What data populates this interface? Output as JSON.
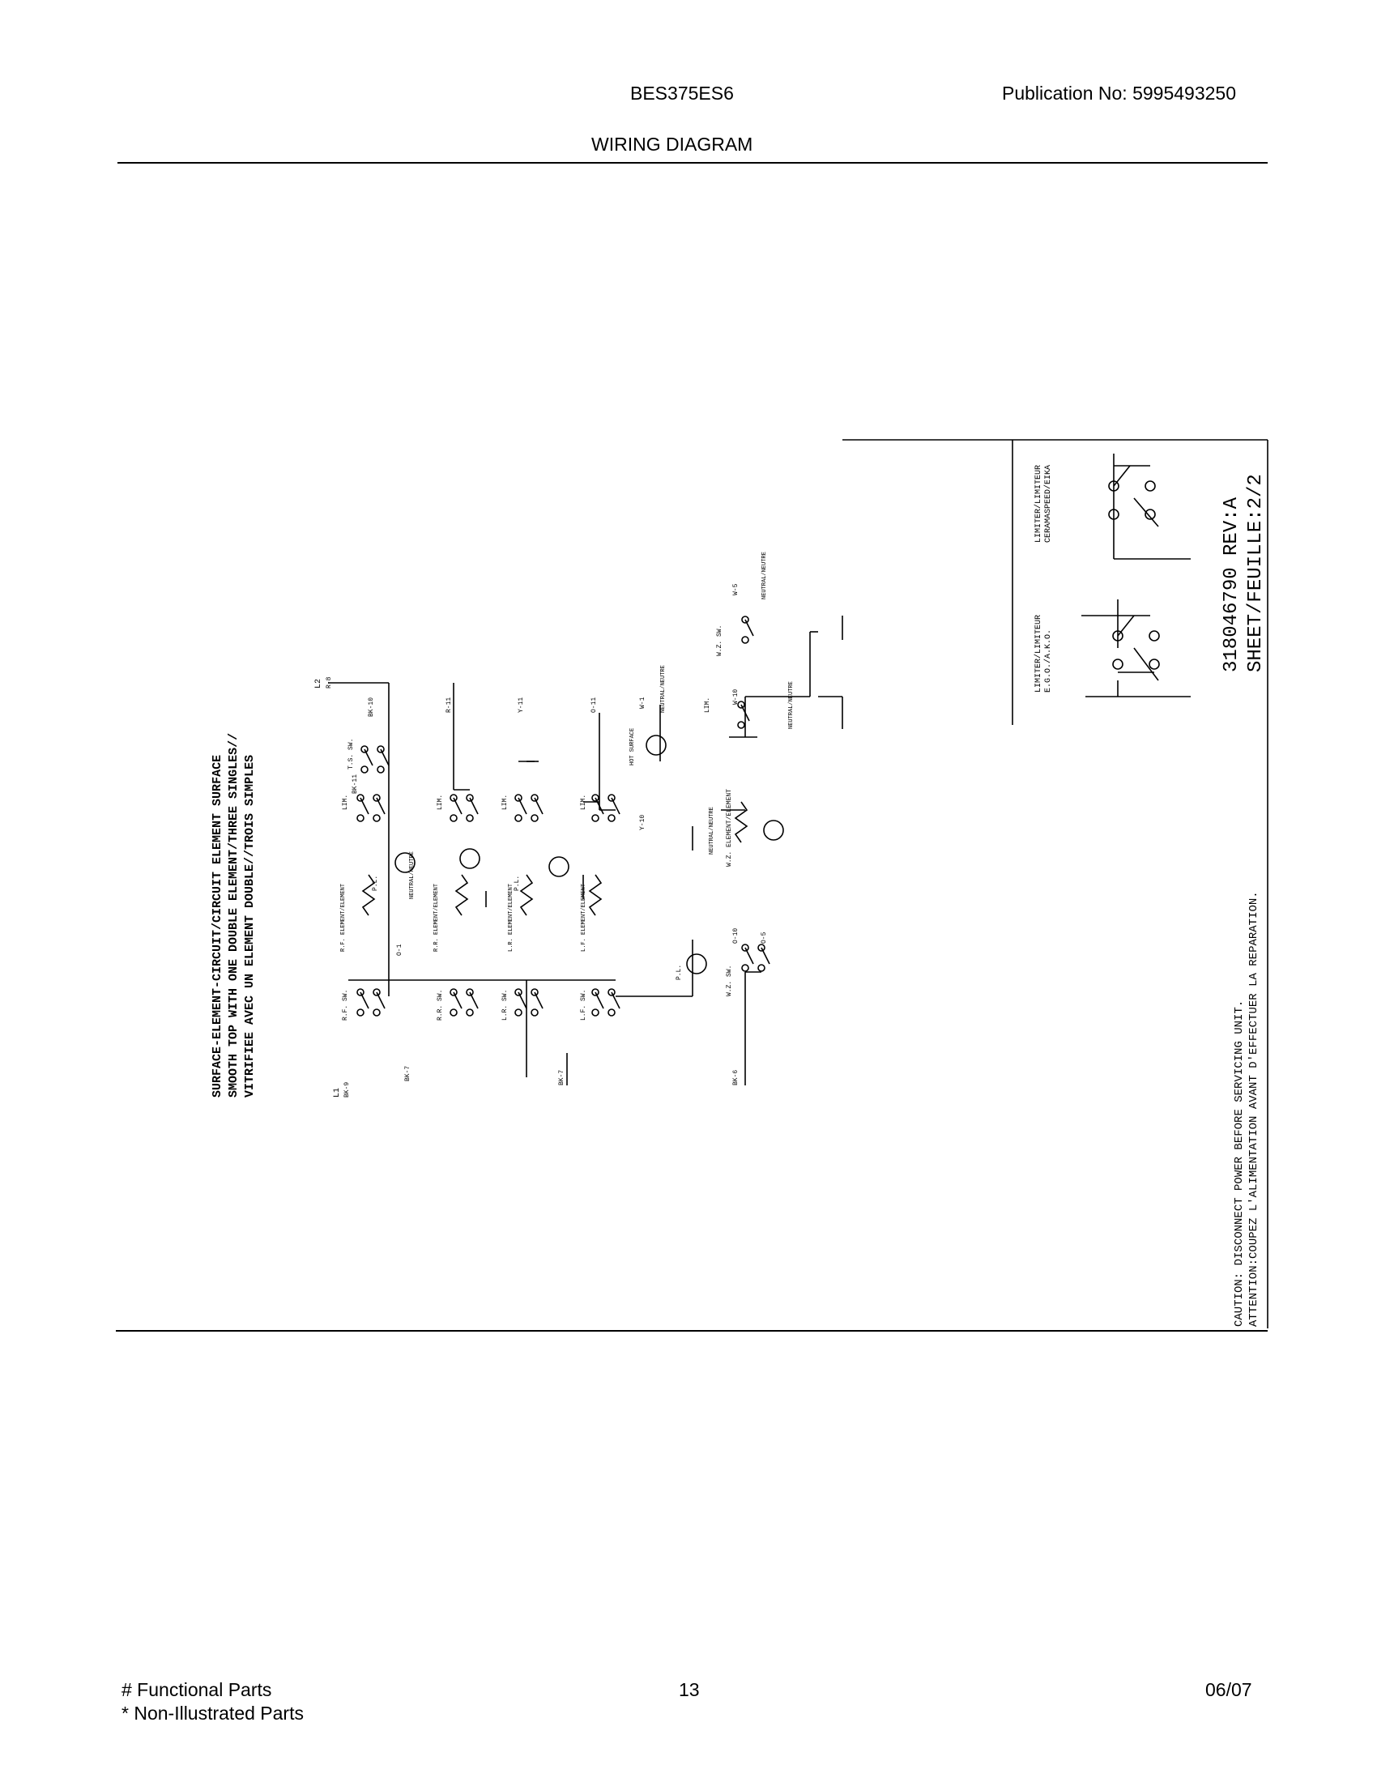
{
  "header": {
    "model": "BES375ES6",
    "publication": "Publication No:  5995493250",
    "title": "WIRING DIAGRAM"
  },
  "diagram": {
    "title_lines": [
      "SURFACE-ELEMENT-CIRCUIT/CIRCUIT ELEMENT SURFACE",
      "SMOOTH TOP WITH ONE DOUBLE ELEMENT/THREE SINGLES//",
      "VITRIFIEE AVEC UN ELEMENT DOUBLE//TROIS SIMPLES"
    ],
    "doc_number": "318046790 REV:A",
    "sheet": "SHEET/FEUILLE:2/2",
    "caution": "CAUTION: DISCONNECT POWER BEFORE SERVICING UNIT.",
    "attention": "ATTENTION:COUPEZ L'ALIMENTATION AVANT D'EFFECTUER LA REPARATION.",
    "limiter_ego": [
      "LIMITER/LIMITEUR",
      "E.G.O./A.K.O."
    ],
    "limiter_ceram": [
      "LIMITER/LIMITEUR",
      "CERAMASPEED/EIKA"
    ],
    "labels": {
      "l1": "L1",
      "l2": "L2",
      "bk9": "BK-9",
      "r8": "R-8",
      "bk7": "BK-7",
      "bk6": "BK-6",
      "rf_sw": "R.F. SW.",
      "rr_sw": "R.R. SW.",
      "lr_sw": "L.R. SW.",
      "lf_sw": "L.F. SW.",
      "wz_sw": "W.Z. SW.",
      "rf_element": "R.F. ELEMENT/ELEMENT",
      "rr_element": "R.R. ELEMENT/ELEMENT",
      "lr_element": "L.R. ELEMENT/ELEMENT",
      "lf_element": "L.F. ELEMENT/ELEMENT",
      "wz_element": "W.Z. ELEMENT/ELEMENT",
      "neutral": "NEUTRAL/NEUTRE",
      "pl": "P.L.",
      "lim": "LIM.",
      "hot_surface": "HOT SURFACE",
      "wz_sw2": "W.Z. SW.",
      "ts_sw": "T.S. SW.",
      "r11": "R-11",
      "y11": "Y-11",
      "o11": "O-11",
      "w1": "W-1",
      "w5": "W-5",
      "w10": "W-10",
      "bk10": "BK-10",
      "bk11": "BK-11",
      "o1": "O-1",
      "o5": "O-5",
      "o10": "O-10",
      "y10": "Y-10"
    }
  },
  "footer": {
    "functional": "# Functional Parts",
    "non_illustrated": "* Non-Illustrated Parts",
    "page": "13",
    "date": "06/07"
  }
}
